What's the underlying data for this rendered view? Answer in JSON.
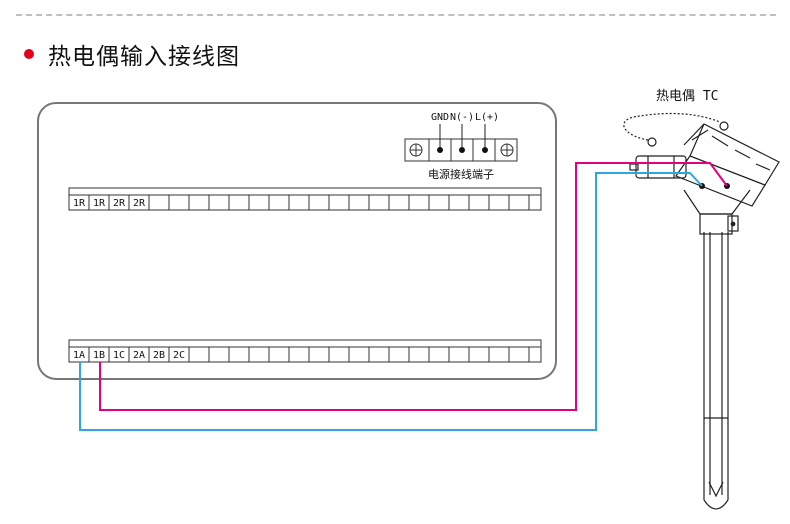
{
  "heading": {
    "title": "热电偶输入接线图"
  },
  "power": {
    "labels": [
      "GND",
      "N(-)",
      "L(+)"
    ],
    "caption": "电源接线端子"
  },
  "top_row": {
    "labels": [
      "1R",
      "1R",
      "2R",
      "2R"
    ]
  },
  "bottom_row": {
    "labels": [
      "1A",
      "1B",
      "1C",
      "2A",
      "2B",
      "2C"
    ]
  },
  "sensor": {
    "label": "热电偶 TC"
  },
  "colors": {
    "red_wire": "#e4007f",
    "blue_wire": "#2ea7e0",
    "accent": "#e2001a"
  }
}
